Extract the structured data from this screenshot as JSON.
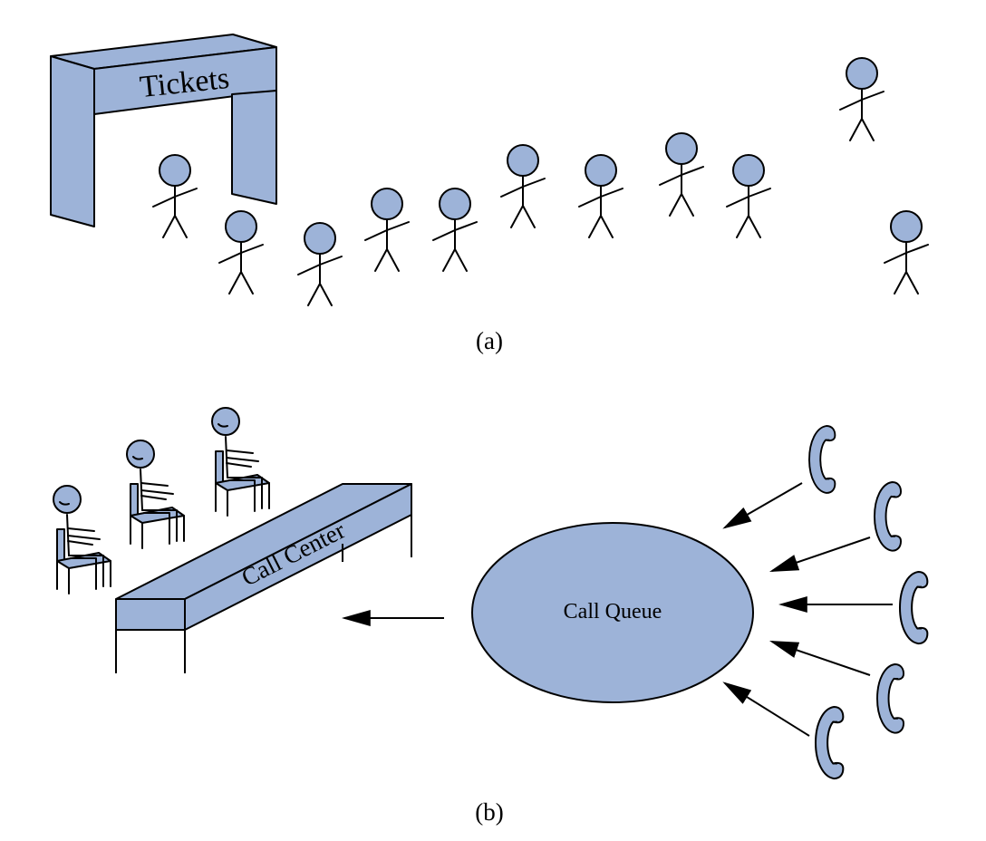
{
  "panel_a": {
    "booth_sign": "Tickets",
    "caption": "(a)"
  },
  "panel_b": {
    "counter_label": "Call Center",
    "queue_label": "Call Queue",
    "caption": "(b)"
  },
  "colors": {
    "fill": "#9db3d8",
    "stroke": "#000000",
    "background": "#ffffff"
  },
  "icons": [
    "ticket-booth",
    "person-standing",
    "agent-seated",
    "call-center-counter",
    "call-queue-ellipse",
    "telephone-handset-icon",
    "arrow"
  ]
}
